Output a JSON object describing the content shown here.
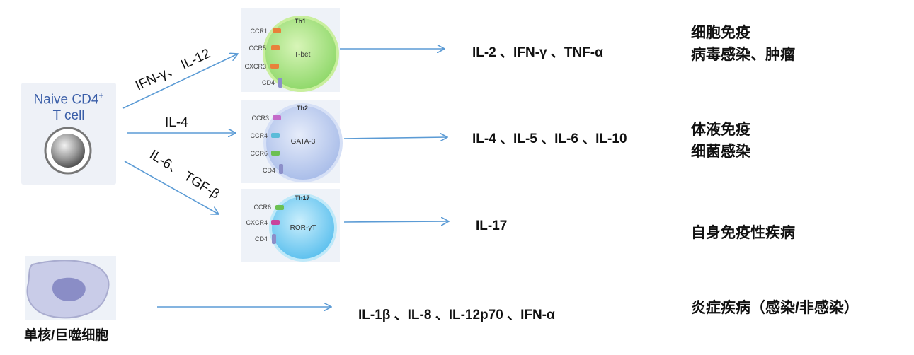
{
  "naive_cell": {
    "line1": "Naive CD4",
    "sup": "+",
    "line2": "T cell"
  },
  "arrows": {
    "th1_inducers": "IFN-γ、 IL-12",
    "th2_inducer": "IL-4",
    "th17_inducers": "IL-6、 TGF-β"
  },
  "cells": {
    "th1": {
      "name": "Th1",
      "tf": "T-bet",
      "receptors": [
        "CCR1",
        "CCR5",
        "CXCR3",
        "CD4"
      ],
      "color": "#8fd86a"
    },
    "th2": {
      "name": "Th2",
      "tf": "GATA-3",
      "receptors": [
        "CCR3",
        "CCR4",
        "CCR6",
        "CD4"
      ],
      "color": "#9fb6e8"
    },
    "th17": {
      "name": "Th17",
      "tf": "ROR-γT",
      "receptors": [
        "CCR6",
        "CXCR4",
        "CD4"
      ],
      "color": "#6cc8f0"
    }
  },
  "cytokines": {
    "th1": "IL-2 、IFN-γ 、TNF-α",
    "th2": "IL-4 、IL-5 、IL-6 、IL-10",
    "th17": "IL-17",
    "mono": "IL-1β 、IL-8 、IL-12p70 、IFN-α"
  },
  "functions": {
    "th1": [
      "细胞免疫",
      "病毒感染、肿瘤"
    ],
    "th2": [
      "体液免疫",
      "细菌感染"
    ],
    "th17": [
      "自身免疫性疾病"
    ],
    "mono": [
      "炎症疾病（感染/非感染）"
    ]
  },
  "mono_cell": {
    "label": "单核/巨噬细胞"
  }
}
